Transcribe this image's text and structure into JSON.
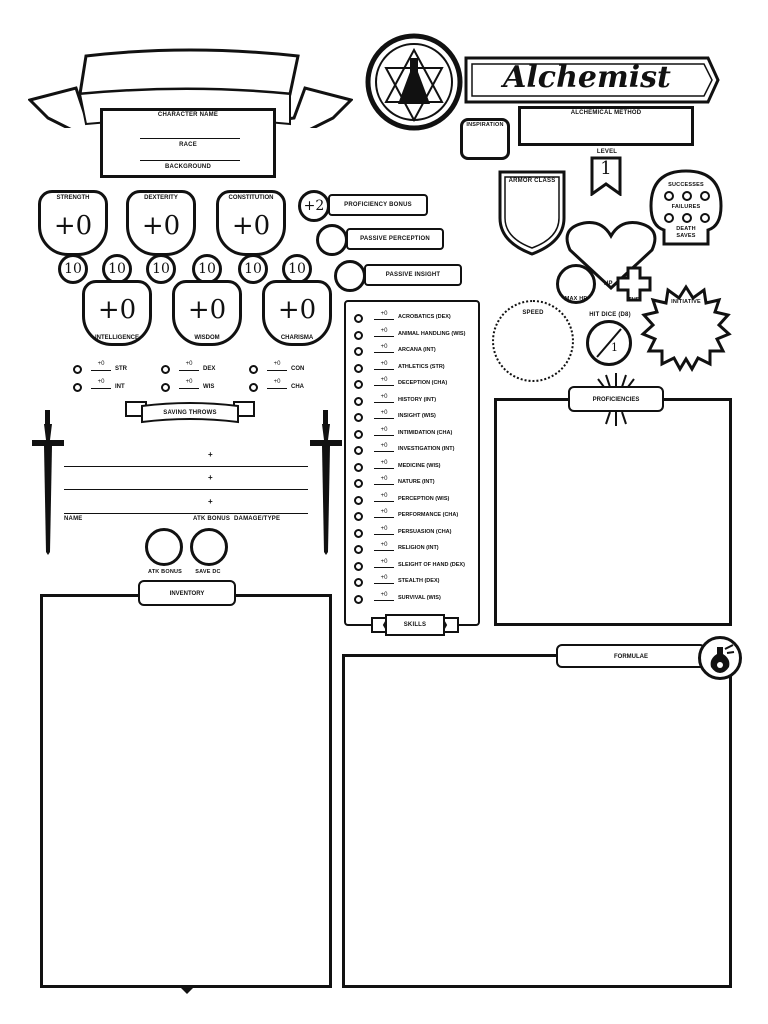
{
  "header": {
    "class_title": "Alchemist",
    "character_name_label": "CHARACTER NAME",
    "race_label": "RACE",
    "background_label": "BACKGROUND",
    "inspiration_label": "INSPIRATION",
    "alchemical_method_label": "ALCHEMICAL METHOD",
    "level_label": "LEVEL",
    "level_value": "1"
  },
  "abilities": {
    "strength": {
      "label": "STRENGTH",
      "mod": "+0",
      "score": "10"
    },
    "dexterity": {
      "label": "DEXTERITY",
      "mod": "+0",
      "score": "10"
    },
    "constitution": {
      "label": "CONSTITUTION",
      "mod": "+0",
      "score": "10"
    },
    "intelligence": {
      "label": "INTELLIGENCE",
      "mod": "+0",
      "score": "10"
    },
    "wisdom": {
      "label": "WISDOM",
      "mod": "+0",
      "score": "10"
    },
    "charisma": {
      "label": "CHARISMA",
      "mod": "+0",
      "score": "10"
    }
  },
  "proficiency": {
    "value": "+2",
    "label": "PROFICIENCY BONUS"
  },
  "passive_perception_label": "PASSIVE PERCEPTION",
  "passive_insight_label": "PASSIVE INSIGHT",
  "saving_throws": {
    "title": "SAVING THROWS",
    "items": [
      {
        "value": "+0",
        "label": "STR"
      },
      {
        "value": "+0",
        "label": "DEX"
      },
      {
        "value": "+0",
        "label": "CON"
      },
      {
        "value": "+0",
        "label": "INT"
      },
      {
        "value": "+0",
        "label": "WIS"
      },
      {
        "value": "+0",
        "label": "CHA"
      }
    ]
  },
  "attacks": {
    "plus": "+",
    "name_label": "NAME",
    "atk_bonus_label": "ATK BONUS",
    "damage_label": "DAMAGE/TYPE",
    "atk_bonus_circle_label": "ATK BONUS",
    "save_dc_label": "SAVE DC"
  },
  "skills": {
    "title": "SKILLS",
    "items": [
      {
        "value": "+0",
        "label": "ACROBATICS (DEX)"
      },
      {
        "value": "+0",
        "label": "ANIMAL HANDLING (WIS)"
      },
      {
        "value": "+0",
        "label": "ARCANA (INT)"
      },
      {
        "value": "+0",
        "label": "ATHLETICS (STR)"
      },
      {
        "value": "+0",
        "label": "DECEPTION (CHA)"
      },
      {
        "value": "+0",
        "label": "HISTORY (INT)"
      },
      {
        "value": "+0",
        "label": "INSIGHT (WIS)"
      },
      {
        "value": "+0",
        "label": "INTIMIDATION (CHA)"
      },
      {
        "value": "+0",
        "label": "INVESTIGATION (INT)"
      },
      {
        "value": "+0",
        "label": "MEDICINE (WIS)"
      },
      {
        "value": "+0",
        "label": "NATURE (INT)"
      },
      {
        "value": "+0",
        "label": "PERCEPTION (WIS)"
      },
      {
        "value": "+0",
        "label": "PERFORMANCE (CHA)"
      },
      {
        "value": "+0",
        "label": "PERSUASION (CHA)"
      },
      {
        "value": "+0",
        "label": "RELIGION (INT)"
      },
      {
        "value": "+0",
        "label": "SLEIGHT OF HAND (DEX)"
      },
      {
        "value": "+0",
        "label": "STEALTH (DEX)"
      },
      {
        "value": "+0",
        "label": "SURVIVAL (WIS)"
      }
    ]
  },
  "combat": {
    "armor_class_label": "ARMOR CLASS",
    "successes_label": "SUCCESSES",
    "failures_label": "FAILURES",
    "death_saves_label": "DEATH SAVES",
    "hp_label": "HP",
    "max_hp_label": "MAX HP",
    "thp_label": "THP",
    "initiative_label": "INITIATIVE",
    "speed_label": "SPEED",
    "hit_dice_label": "HIT DICE (D8)",
    "hit_dice_value": "1"
  },
  "sections": {
    "proficiencies_label": "PROFICIENCIES",
    "inventory_label": "INVENTORY",
    "formulae_label": "FORMULAE"
  }
}
